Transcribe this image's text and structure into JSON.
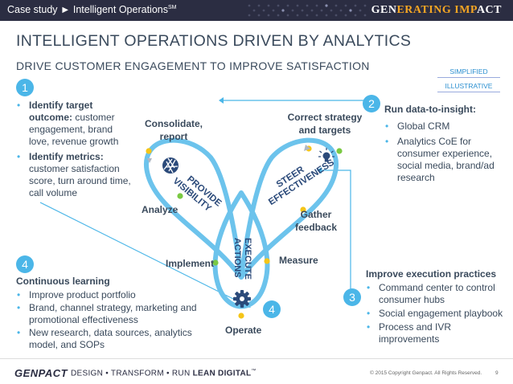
{
  "header": {
    "breadcrumb": "Case study ► Intelligent Operations",
    "sup": "SM",
    "brand_a": "GEN",
    "brand_b": "ERATING IMP",
    "brand_c": "ACT"
  },
  "title": "INTELLIGENT OPERATIONS DRIVEN BY ANALYTICS",
  "subtitle": "DRIVE CUSTOMER ENGAGEMENT TO IMPROVE SATISFACTION",
  "tags": [
    "SIMPLIFIED",
    "ILLUSTRATIVE"
  ],
  "badges": [
    "1",
    "2",
    "3",
    "4",
    "4"
  ],
  "left_panel": {
    "items": [
      {
        "bold": "Identify target outcome:",
        "text": " customer engagement, brand love, revenue growth"
      },
      {
        "bold": "Identify metrics:",
        "text": " customer satisfaction score, turn around time, call volume"
      }
    ]
  },
  "right_panel": {
    "heading": "Run data-to-insight:",
    "items": [
      "Global CRM",
      "Analytics CoE for consumer experience, social media, brand/ad research"
    ]
  },
  "learning_panel": {
    "heading": "Continuous learning",
    "items": [
      "Improve product portfolio",
      "Brand, channel strategy, marketing and promotional effectiveness",
      "New research, data sources, analytics model, and SOPs"
    ]
  },
  "execution_panel": {
    "heading": "Improve execution practices",
    "items": [
      "Command center to control consumer hubs",
      "Social engagement playbook",
      "Process and IVR improvements"
    ]
  },
  "diagram": {
    "consolidate": "Consolidate, report",
    "analyze": "Analyze",
    "correct": "Correct strategy and targets",
    "gather": "Gather feedback",
    "implement": "Implement",
    "measure": "Measure",
    "operate": "Operate",
    "provide": "PROVIDE VISIBILITY",
    "provide_a": "PROVIDE",
    "provide_b": "VISIBILITY",
    "steer": "STEER EFFECTIVENESS",
    "steer_a": "STEER",
    "steer_b": "EFFECTIVENESS",
    "execute": "EXECUTE ACTIONS",
    "execute_a": "EXECUTE",
    "execute_b": "ACTIONS"
  },
  "footer": {
    "logo": "GENPACT",
    "tagline": "DESIGN • TRANSFORM • RUN ",
    "tagline_bold": "LEAN DIGITAL",
    "tm": "™",
    "copyright": "© 2015 Copyright Genpact. All Rights Reserved.",
    "page": "9"
  },
  "colors": {
    "topbar": "#2b2d42",
    "accent": "#4bb6e8",
    "brand_highlight": "#f5a623",
    "node_yellow": "#f5c518",
    "node_green": "#7ac943"
  },
  "icons": [
    "aperture-icon",
    "lightbulb-icon",
    "gear-icon",
    "arrow-icon"
  ]
}
